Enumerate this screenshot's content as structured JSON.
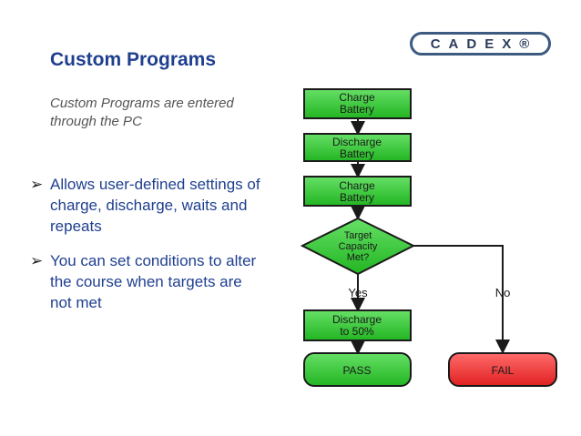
{
  "slide": {
    "title": "Custom Programs",
    "subtitle": "Custom Programs are entered through the PC",
    "bullets": [
      "Allows user-defined settings of charge, discharge, waits and repeats",
      "You can set conditions to alter the course when targets are not met"
    ],
    "logo_text": "CADEX®"
  },
  "flowchart": {
    "nodes": {
      "charge1": [
        "Charge",
        "Battery"
      ],
      "discharge": [
        "Discharge",
        "Battery"
      ],
      "charge2": [
        "Charge",
        "Battery"
      ],
      "decision": [
        "Target",
        "Capacity",
        "Met?"
      ],
      "discharge50": [
        "Discharge",
        "to 50%"
      ],
      "pass": "PASS",
      "fail": "FAIL"
    },
    "edges": {
      "yes": "Yes",
      "no": "No"
    },
    "colors": {
      "process": "#33cc33",
      "fail": "#ff3333",
      "border": "#1a1a1a"
    }
  }
}
